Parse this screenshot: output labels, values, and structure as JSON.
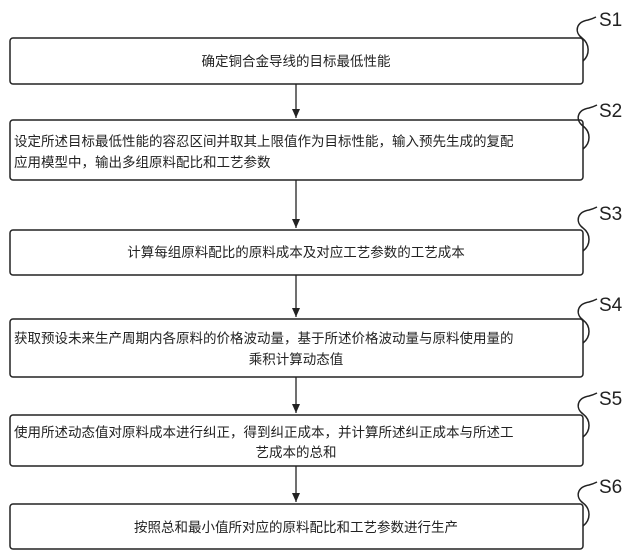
{
  "steps": [
    {
      "id": "S1",
      "lines": [
        "确定铜合金导线的目标最低性能"
      ]
    },
    {
      "id": "S2",
      "lines": [
        "设定所述目标最低性能的容忍区间并取其上限值作为目标性能，输入预先生成的复配",
        "应用模型中，输出多组原料配比和工艺参数"
      ]
    },
    {
      "id": "S3",
      "lines": [
        "计算每组原料配比的原料成本及对应工艺参数的工艺成本"
      ]
    },
    {
      "id": "S4",
      "lines": [
        "获取预设未来生产周期内各原料的价格波动量，基于所述价格波动量与原料使用量的",
        "乘积计算动态值"
      ]
    },
    {
      "id": "S5",
      "lines": [
        "使用所述动态值对原料成本进行纠正，得到纠正成本，并计算所述纠正成本与所述工",
        "艺成本的总和"
      ]
    },
    {
      "id": "S6",
      "lines": [
        "按照总和最小值所对应的原料配比和工艺参数进行生产"
      ]
    }
  ]
}
